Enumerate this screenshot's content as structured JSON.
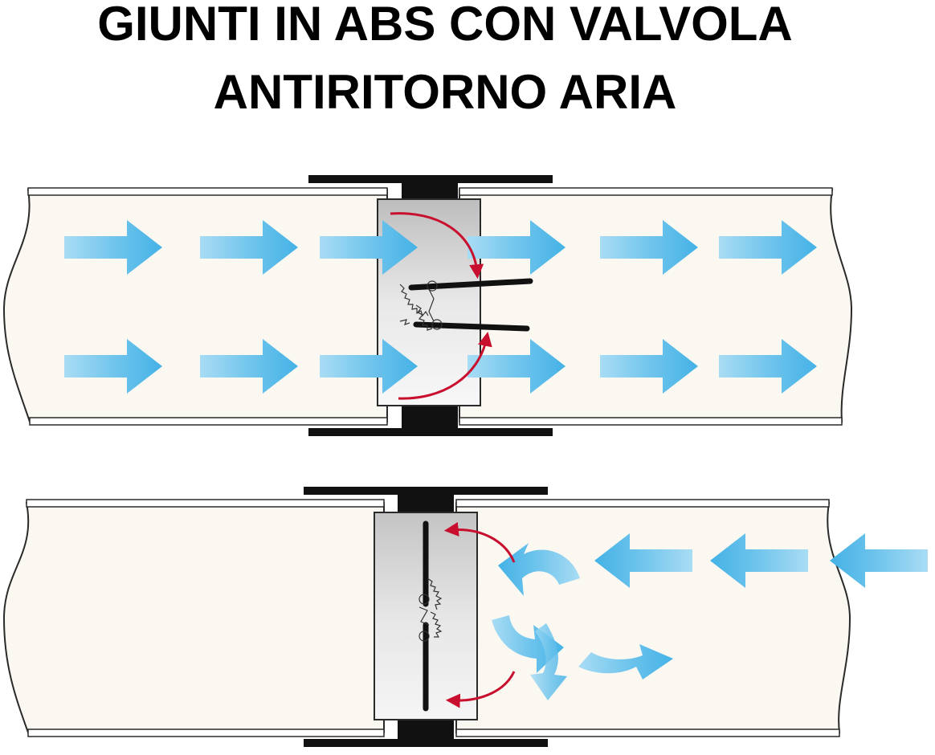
{
  "title": {
    "line1": "GIUNTI IN ABS CON VALVOLA",
    "line2": "ANTIRITORNO ARIA"
  },
  "colors": {
    "pipe_fill": "#fbf8f1",
    "pipe_stroke": "#2a2a2a",
    "flange": "#111111",
    "valve_body": "#d6d6d6",
    "flap": "#111111",
    "air_flow_arrow": "#5bbbe8",
    "rotation_arrow": "#c8102e"
  },
  "panels": [
    {
      "name": "open-valve",
      "flap_state": "open",
      "air_flow": "left-to-right"
    },
    {
      "name": "closed-valve",
      "flap_state": "closed",
      "air_flow": "right-to-left-blocked"
    }
  ],
  "icons": [
    "air-flow-arrow-icon",
    "rotation-arrow-icon",
    "gear-hinge-icon"
  ]
}
